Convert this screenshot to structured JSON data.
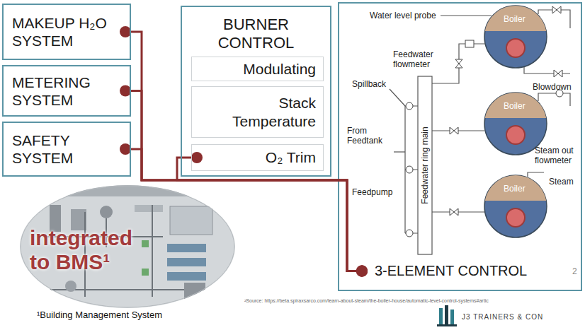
{
  "diagram": {
    "nodes": [
      {
        "text": [
          "MAKEUP H₂O SYSTEM"
        ]
      },
      {
        "text": [
          "METERING SYSTEM"
        ]
      },
      {
        "text": [
          "SAFETY SYSTEM"
        ]
      },
      {
        "text": [
          "BURNER CONTROL"
        ]
      },
      {
        "text": [
          "Modulating"
        ],
        "in": 3
      },
      {
        "text": [
          "Stack Temperature"
        ],
        "in": 3
      },
      {
        "text": [
          "O₂ Trim"
        ],
        "in": 3
      },
      {
        "text": [
          "integrated to BMS¹",
          "¹Building Management System"
        ]
      },
      {
        "text": [
          "3-ELEMENT CONTROL"
        ]
      }
    ],
    "edges": [
      {
        "from": 0,
        "to": 8,
        "arrow": "none"
      },
      {
        "from": 1,
        "to": 8,
        "arrow": "none"
      },
      {
        "from": 2,
        "to": 8,
        "arrow": "none"
      },
      {
        "from": 6,
        "to": 8,
        "arrow": "none"
      }
    ],
    "labels": [
      "Water level probe",
      "Feedwater flowmeter",
      "Spillback",
      "From Feedtank",
      "Feedpump",
      "Feedwater ring main",
      "Boiler",
      "Blowdown",
      "Boiler",
      "Steam out flowmeter",
      "Steam",
      "Boiler",
      "2",
      "²Source: https://beta.spiraxsarco.com/learn-about-steam/the-boiler-house/automatic-level-control-systems#artic",
      "J3 TRAINERS & CON"
    ]
  }
}
